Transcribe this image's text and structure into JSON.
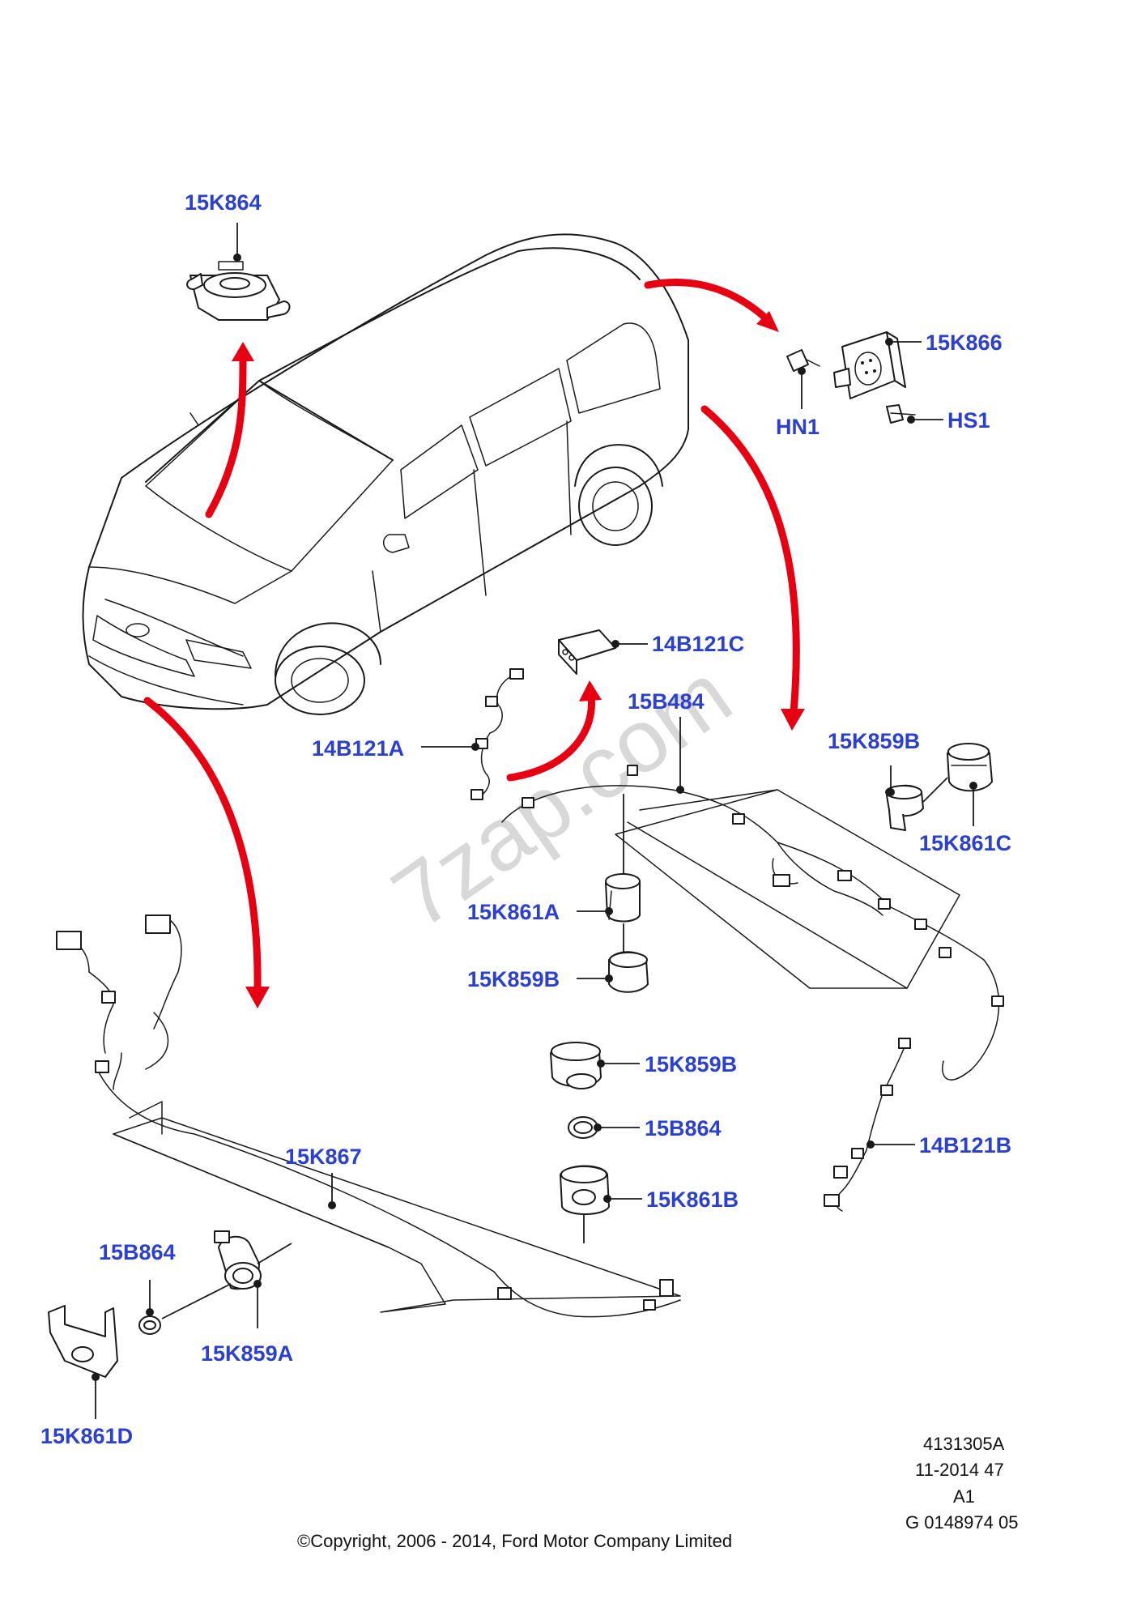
{
  "diagram": {
    "watermark": "7zap.com",
    "labels": {
      "l_15k864": "15K864",
      "l_15k866": "15K866",
      "l_hn1": "HN1",
      "l_hs1": "HS1",
      "l_14b121c": "14B121C",
      "l_15b484": "15B484",
      "l_14b121a": "14B121A",
      "l_15k859b_top": "15K859B",
      "l_15k861c": "15K861C",
      "l_15k861a": "15K861A",
      "l_15k859b_mid": "15K859B",
      "l_15k859b_low": "15K859B",
      "l_15b864_right": "15B864",
      "l_15k861b": "15K861B",
      "l_14b121b": "14B121B",
      "l_15k867": "15K867",
      "l_15b864_left": "15B864",
      "l_15k859a": "15K859A",
      "l_15k861d": "15K861D"
    },
    "reference": {
      "code": "4131305A",
      "date": "11-2014 47",
      "revision": "A1",
      "drawing_id": "G 0148974 05"
    },
    "copyright": "©Copyright, 2006 - 2014, Ford Motor Company Limited"
  },
  "colors": {
    "label": "#2b3fd0",
    "arrow": "#e60012",
    "line": "#1a1a1a"
  }
}
